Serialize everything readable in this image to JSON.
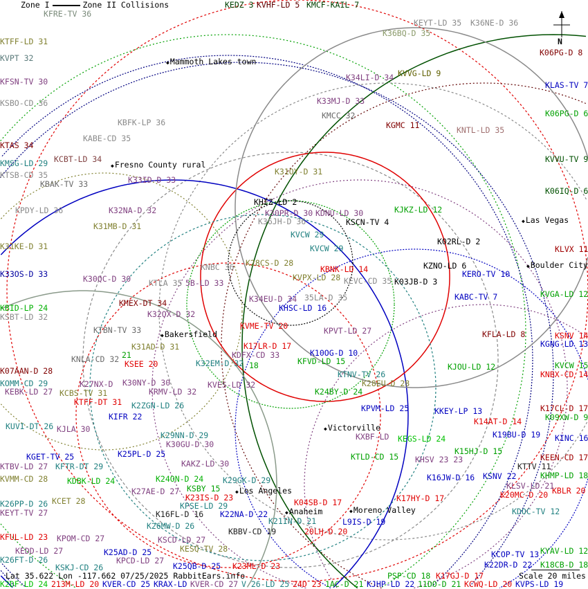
{
  "legend": {
    "zone1": "Zone I",
    "zone2": "Zone II Collisions"
  },
  "footer": {
    "coords": "Lat 35.622 Lon -117.662 07/25/2025 RabbitEars.info",
    "scale": "Scale 20 miles"
  },
  "compass": {
    "north": "N"
  },
  "cities": [
    "Mammoth Lakes town",
    "Fresno County rural",
    "Bakersfield",
    "Las Vegas",
    "Boulder City",
    "Victorville",
    "Los Angeles",
    "Moreno Valley",
    "Anaheim"
  ],
  "stations": [
    {
      "t": "KFRE-TV 36",
      "c": "#7a8a7a"
    },
    {
      "t": "KEDZ 3",
      "c": "#004000"
    },
    {
      "t": "KVHF-LD 5",
      "c": "#600000"
    },
    {
      "t": "KMCF-KAIL 7",
      "c": "#004000"
    },
    {
      "t": "K36BQ-D 35",
      "c": "#8a9a6a"
    },
    {
      "t": "KEYT-LD 35",
      "c": "#8a8a8a"
    },
    {
      "t": "K36NE-D 36",
      "c": "#8a8a8a"
    },
    {
      "t": "KTFF-LD 31",
      "c": "#808030"
    },
    {
      "t": "KVPT 32",
      "c": "#5a7a7a"
    },
    {
      "t": "KFSN-TV 30",
      "c": "#804080"
    },
    {
      "t": "KSBO-CD 36",
      "c": "#8a8a8a"
    },
    {
      "t": "KBFK-LP 36",
      "c": "#8a8a8a"
    },
    {
      "t": "KABE-CD 35",
      "c": "#8a8a8a"
    },
    {
      "t": "KTAS 34",
      "c": "#800000"
    },
    {
      "t": "KCBT-LD 34",
      "c": "#804040"
    },
    {
      "t": "KMSG-LD 29",
      "c": "#208080"
    },
    {
      "t": "KTSB-CD 35",
      "c": "#8a8a8a"
    },
    {
      "t": "KBAK-TV 33",
      "c": "#6a6a6a"
    },
    {
      "t": "K33ID-D 33",
      "c": "#804080"
    },
    {
      "t": "K32NA-D 32",
      "c": "#804080"
    },
    {
      "t": "KPDY-LD 36",
      "c": "#8a8a8a"
    },
    {
      "t": "K31MB-D 31",
      "c": "#808030"
    },
    {
      "t": "K31KE-D 31",
      "c": "#808030"
    },
    {
      "t": "K30QC-D 30",
      "c": "#804080"
    },
    {
      "t": "K33OS-D 33",
      "c": "#0000a0"
    },
    {
      "t": "KTLA 35",
      "c": "#8a8a8a"
    },
    {
      "t": "5B-LD 33",
      "c": "#804080"
    },
    {
      "t": "KMEX-DT 34",
      "c": "#800000"
    },
    {
      "t": "K32OX-D 32",
      "c": "#804080"
    },
    {
      "t": "KBID-LP 24",
      "c": "#00b000"
    },
    {
      "t": "KSBT-LD 32",
      "c": "#8a8a8a"
    },
    {
      "t": "KTBN-TV 33",
      "c": "#6a6a6a"
    },
    {
      "t": "K31AD-D 31",
      "c": "#808030"
    },
    {
      "t": "KNLA-CD 32",
      "c": "#6a6a6a"
    },
    {
      "t": "21",
      "c": "#00a000"
    },
    {
      "t": "KSEE 20",
      "c": "#e00000"
    },
    {
      "t": "K07AAN-D 28",
      "c": "#800000"
    },
    {
      "t": "KOMM-CD 29",
      "c": "#208080"
    },
    {
      "t": "K27NX-D",
      "c": "#804080"
    },
    {
      "t": "K30NY-D 30",
      "c": "#804080"
    },
    {
      "t": "KRMV-LD 32",
      "c": "#804080"
    },
    {
      "t": "KEBK-LD 27",
      "c": "#804080"
    },
    {
      "t": "KCBS-TV 31",
      "c": "#808030"
    },
    {
      "t": "KTFF-DT 31",
      "c": "#e00000"
    },
    {
      "t": "K2ZGN-LD 26",
      "c": "#208080"
    },
    {
      "t": "KIFR 22",
      "c": "#0000c0"
    },
    {
      "t": "KUVI-DT 26",
      "c": "#208080"
    },
    {
      "t": "KJLA 30",
      "c": "#804080"
    },
    {
      "t": "K29NN-D 29",
      "c": "#208080"
    },
    {
      "t": "K30GU-D 30",
      "c": "#804080"
    },
    {
      "t": "K25PL-D 25",
      "c": "#0000c0"
    },
    {
      "t": "KGET-TV 25",
      "c": "#0000c0"
    },
    {
      "t": "KTBV-LD 27",
      "c": "#804080"
    },
    {
      "t": "KFTR-DT 29",
      "c": "#208080"
    },
    {
      "t": "KAKZ-LD 30",
      "c": "#804080"
    },
    {
      "t": "KVMM-CD 28",
      "c": "#808030"
    },
    {
      "t": "KDBK-LD 24",
      "c": "#00b000"
    },
    {
      "t": "K24ON-D 24",
      "c": "#00b000"
    },
    {
      "t": "KSBY 15",
      "c": "#00a000"
    },
    {
      "t": "K29GK-D 29",
      "c": "#208080"
    },
    {
      "t": "K27AE-D 27",
      "c": "#804080"
    },
    {
      "t": "K23IS-D 23",
      "c": "#e00000"
    },
    {
      "t": "KCET 28",
      "c": "#808030"
    },
    {
      "t": "K26PP-D 26",
      "c": "#208080"
    },
    {
      "t": "KEYT-TV 27",
      "c": "#804080"
    },
    {
      "t": "K16FL-D 16",
      "c": "#202020"
    },
    {
      "t": "K22NA-D 22",
      "c": "#0000c0"
    },
    {
      "t": "K26MW-D 26",
      "c": "#208080"
    },
    {
      "t": "KPSE-LD 29",
      "c": "#208080"
    },
    {
      "t": "KBBV-CD 19",
      "c": "#202020"
    },
    {
      "t": "K21IN-D 21",
      "c": "#208080"
    },
    {
      "t": "KFUL-LD 23",
      "c": "#e00000"
    },
    {
      "t": "KPOM-CD 27",
      "c": "#804080"
    },
    {
      "t": "KSCD-LD 27",
      "c": "#804080"
    },
    {
      "t": "KESQ-TV 28",
      "c": "#808030"
    },
    {
      "t": "KEDD-LD 27",
      "c": "#804080"
    },
    {
      "t": "K25AD-D 25",
      "c": "#0000c0"
    },
    {
      "t": "K26FT-D 26",
      "c": "#208080"
    },
    {
      "t": "KPCD-LD 27",
      "c": "#804080"
    },
    {
      "t": "KSKJ-CD 26",
      "c": "#208080"
    },
    {
      "t": "K25QB-D 25",
      "c": "#0000c0"
    },
    {
      "t": "K23ML-D 23",
      "c": "#e00000"
    },
    {
      "t": "K2DF-LD 24",
      "c": "#00c000"
    },
    {
      "t": "213M-LD 20",
      "c": "#e00000"
    },
    {
      "t": "KVER-CD 25",
      "c": "#0000c0"
    },
    {
      "t": "KRAX-LD",
      "c": "#0000c0"
    },
    {
      "t": "KVER-CD 27",
      "c": "#804080"
    },
    {
      "t": "V 26-LD 25",
      "c": "#208080"
    },
    {
      "t": "24D 23",
      "c": "#e00000"
    },
    {
      "t": "1AC-D 21",
      "c": "#00a000"
    },
    {
      "t": "KJHP-LD 22",
      "c": "#0000c0"
    },
    {
      "t": "11DO-D 21",
      "c": "#00a000"
    },
    {
      "t": "KCWQ-LD 20",
      "c": "#e00000"
    },
    {
      "t": "KVPS-LD 19",
      "c": "#0000c0"
    },
    {
      "t": "PSP-CD 18",
      "c": "#00a000"
    },
    {
      "t": "K17GJ-D 17",
      "c": "#e00000"
    },
    {
      "t": "K06PG-D 8",
      "c": "#800000"
    },
    {
      "t": "KLAS-TV 7",
      "c": "#0000c0"
    },
    {
      "t": "K06PG-D 6",
      "c": "#00a000"
    },
    {
      "t": "KVVU-TV 9",
      "c": "#005000"
    },
    {
      "t": "K06IQ-D 6",
      "c": "#005000"
    },
    {
      "t": "KLVX 11",
      "c": "#a00000"
    },
    {
      "t": "KVGA-LD 12",
      "c": "#00a000"
    },
    {
      "t": "KSNV 14",
      "c": "#e00000"
    },
    {
      "t": "KGNG-LD 13",
      "c": "#0000c0"
    },
    {
      "t": "KVCW 15",
      "c": "#00a000"
    },
    {
      "t": "KNBX-CD 14",
      "c": "#e00000"
    },
    {
      "t": "K17CL-D 17",
      "c": "#a00000"
    },
    {
      "t": "K09XW-D 9",
      "c": "#00a000"
    },
    {
      "t": "KINC 16",
      "c": "#0000c0"
    },
    {
      "t": "KEEN-CD 17",
      "c": "#a00000"
    },
    {
      "t": "KHMP-LD 18",
      "c": "#00a000"
    },
    {
      "t": "KBLR 20",
      "c": "#e00000"
    },
    {
      "t": "KYAV-LD 12",
      "c": "#00a000"
    },
    {
      "t": "K18CB-D 18",
      "c": "#00a000"
    },
    {
      "t": "KVVG-LD 9",
      "c": "#606000"
    },
    {
      "t": "K34LI-D 34",
      "c": "#804080"
    },
    {
      "t": "K33MJ-D 33",
      "c": "#804080"
    },
    {
      "t": "KMCC 32",
      "c": "#6a6a6a"
    },
    {
      "t": "KGMC 11",
      "c": "#800000"
    },
    {
      "t": "KNTL-LD 35",
      "c": "#a07070"
    },
    {
      "t": "K31OY-D 31",
      "c": "#808030"
    },
    {
      "t": "KJKZ-LD 12",
      "c": "#00a000"
    },
    {
      "t": "KHIZ-LD 2",
      "c": "#000000"
    },
    {
      "t": "K30PR-D 30",
      "c": "#804080"
    },
    {
      "t": "KDNU-LD 30",
      "c": "#804080"
    },
    {
      "t": "KSCN-TV 4",
      "c": "#000000"
    },
    {
      "t": "K36JH-D 36",
      "c": "#8a8a8a"
    },
    {
      "t": "KVCW 29",
      "c": "#208080"
    },
    {
      "t": "KVCW 29",
      "c": "#208080"
    },
    {
      "t": "K02RL-D 2",
      "c": "#000000"
    },
    {
      "t": "K28CS-D 28",
      "c": "#808030"
    },
    {
      "t": "KNBC 36",
      "c": "#8a8a8a"
    },
    {
      "t": "KBNK-LD 14",
      "c": "#e00000"
    },
    {
      "t": "KZNO-LD 6",
      "c": "#000000"
    },
    {
      "t": "KERO-TV 10",
      "c": "#0000c0"
    },
    {
      "t": "KVPX-LD 28",
      "c": "#808030"
    },
    {
      "t": "KEVC-CD 35",
      "c": "#8a8a8a"
    },
    {
      "t": "K03JB-D 3",
      "c": "#000000"
    },
    {
      "t": "K34EU-D 34",
      "c": "#804080"
    },
    {
      "t": "35LA-D 35",
      "c": "#8a8a8a"
    },
    {
      "t": "KABC-TV 7",
      "c": "#0000c0"
    },
    {
      "t": "KHSC-LD 16",
      "c": "#0000c0"
    },
    {
      "t": "KVME-TV 20",
      "c": "#e00000"
    },
    {
      "t": "KPVT-LD 27",
      "c": "#804080"
    },
    {
      "t": "KFLA-LD 8",
      "c": "#800000"
    },
    {
      "t": "K17LR-D 17",
      "c": "#e00000"
    },
    {
      "t": "KDFX-CD 33",
      "c": "#804080"
    },
    {
      "t": "K10OG-D 10",
      "c": "#0000c0"
    },
    {
      "t": "KFVD-LD 15",
      "c": "#00a000"
    },
    {
      "t": "K32EM-D 32",
      "c": "#208080"
    },
    {
      "t": "18",
      "c": "#00a000"
    },
    {
      "t": "KTNV-TV 26",
      "c": "#208080"
    },
    {
      "t": "K28EU-D 28",
      "c": "#808030"
    },
    {
      "t": "KJOU-LD 12",
      "c": "#00a000"
    },
    {
      "t": "KVES-LD 32",
      "c": "#804080"
    },
    {
      "t": "K24BY-D 24",
      "c": "#00a000"
    },
    {
      "t": "KPVM-LD 25",
      "c": "#0000c0"
    },
    {
      "t": "KKEY-LP 13",
      "c": "#0000c0"
    },
    {
      "t": "K14AT-D 14",
      "c": "#e00000"
    },
    {
      "t": "KXBF-LD",
      "c": "#804080"
    },
    {
      "t": "KEGS-LD 24",
      "c": "#00c000"
    },
    {
      "t": "KTLD-CD 15",
      "c": "#00a000"
    },
    {
      "t": "K15HJ-D 15",
      "c": "#00a000"
    },
    {
      "t": "KHSV 23 23",
      "c": "#804080"
    },
    {
      "t": "K19BU-D 19",
      "c": "#0000c0"
    },
    {
      "t": "KTTV 11",
      "c": "#202020"
    },
    {
      "t": "K16JW-D 16",
      "c": "#0000c0"
    },
    {
      "t": "KSNV 22",
      "c": "#0000c0"
    },
    {
      "t": "KLSV-LD 21",
      "c": "#804080"
    },
    {
      "t": "K17HY-D 17",
      "c": "#e00000"
    },
    {
      "t": "K20MC-D 20",
      "c": "#e00000"
    },
    {
      "t": "K04SB-D 17",
      "c": "#e00000"
    },
    {
      "t": "KDOC-TV 12",
      "c": "#208080"
    },
    {
      "t": "L9IS-D 19",
      "c": "#0000c0"
    },
    {
      "t": "20LH-D 20",
      "c": "#e00000"
    },
    {
      "t": "KCOP-TV 13",
      "c": "#0000c0"
    },
    {
      "t": "K22DR-D 22",
      "c": "#0000c0"
    }
  ]
}
